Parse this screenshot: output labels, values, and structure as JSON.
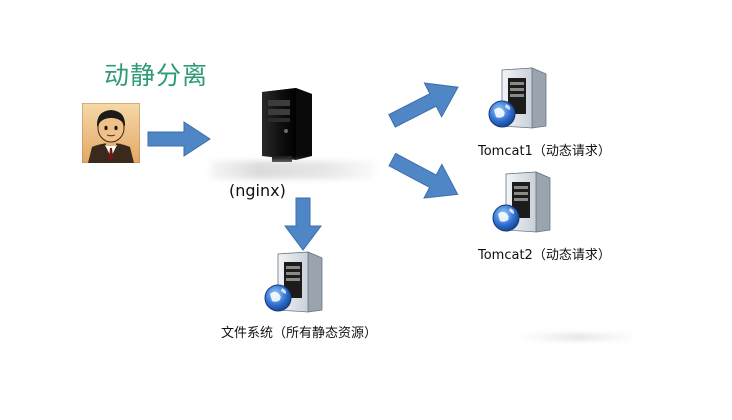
{
  "diagram": {
    "title": "动静分离",
    "proxy_label": "(nginx)",
    "backends": [
      {
        "label": "Tomcat1（动态请求）"
      },
      {
        "label": "Tomcat2（动态请求）"
      }
    ],
    "static_store": {
      "label": "文件系统（所有静态资源）"
    }
  },
  "colors": {
    "title": "#2e9a78",
    "arrow": "#4f86c6",
    "server_body": "#1a1a1a",
    "server_light": "#dde3ea",
    "globe": "#2f6fd0"
  },
  "icons": {
    "user": "user-avatar-icon",
    "proxy": "tower-server-icon",
    "backend": "web-server-globe-icon",
    "static": "web-server-globe-icon"
  }
}
